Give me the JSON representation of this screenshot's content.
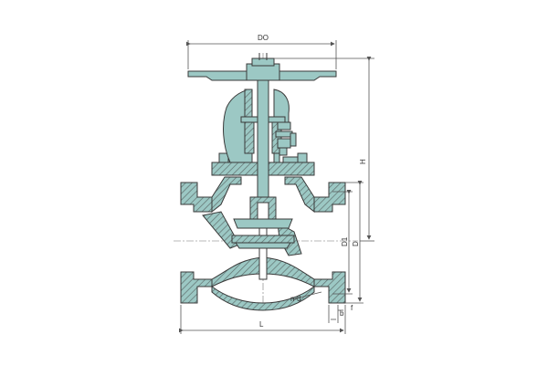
{
  "colors": {
    "body_fill": "#9cc8c4",
    "hatch": "#5f6f6e",
    "outline": "#3a3a3a",
    "background": "#ffffff"
  },
  "labels": {
    "handwheel_diameter": "DO",
    "height": "H",
    "length": "L",
    "d1": "D1",
    "d": "D",
    "bolt_holes": "n-d",
    "flange_thickness": "b",
    "raised_face": "f"
  }
}
